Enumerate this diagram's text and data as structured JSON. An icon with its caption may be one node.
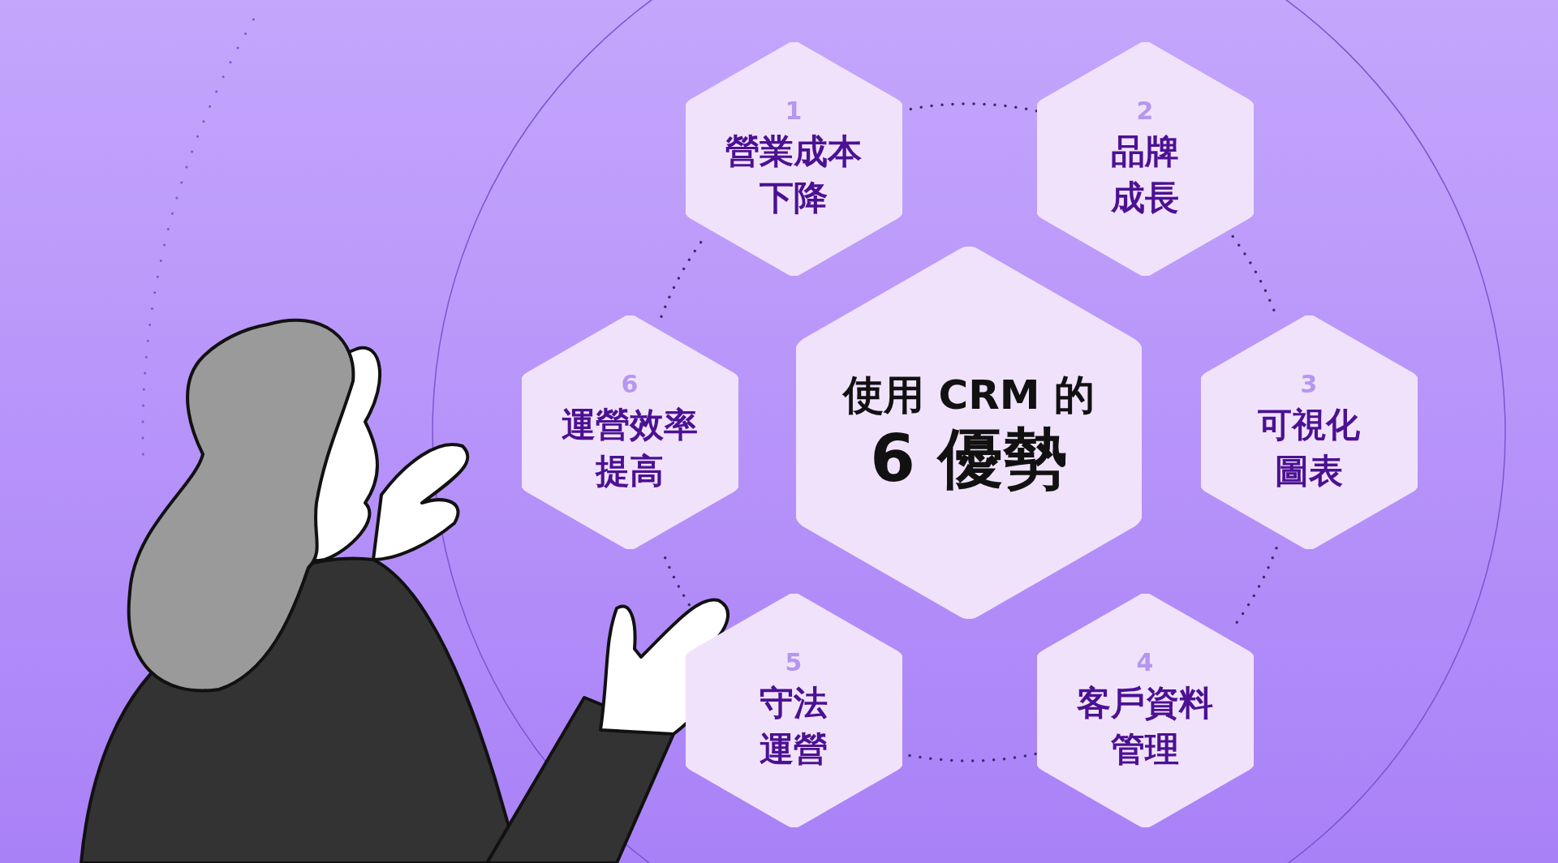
{
  "diagram": {
    "nodes": [
      {
        "text": [
          "使用 CRM 的",
          "6 優勢"
        ]
      },
      {
        "text": [
          "1",
          "營業成本下降"
        ]
      },
      {
        "text": [
          "2",
          "品牌成長"
        ]
      },
      {
        "text": [
          "3",
          "可視化圖表"
        ]
      },
      {
        "text": [
          "4",
          "客戶資料管理"
        ]
      },
      {
        "text": [
          "5",
          "守法運營"
        ]
      },
      {
        "text": [
          "6",
          "運營效率提高"
        ]
      }
    ],
    "edges": [
      {
        "from": 1,
        "to": 2,
        "arrow": "none"
      },
      {
        "from": 2,
        "to": 3,
        "arrow": "none"
      },
      {
        "from": 3,
        "to": 4,
        "arrow": "none"
      },
      {
        "from": 4,
        "to": 5,
        "arrow": "none"
      },
      {
        "from": 5,
        "to": 6,
        "arrow": "none"
      },
      {
        "from": 6,
        "to": 1,
        "arrow": "none"
      }
    ]
  }
}
